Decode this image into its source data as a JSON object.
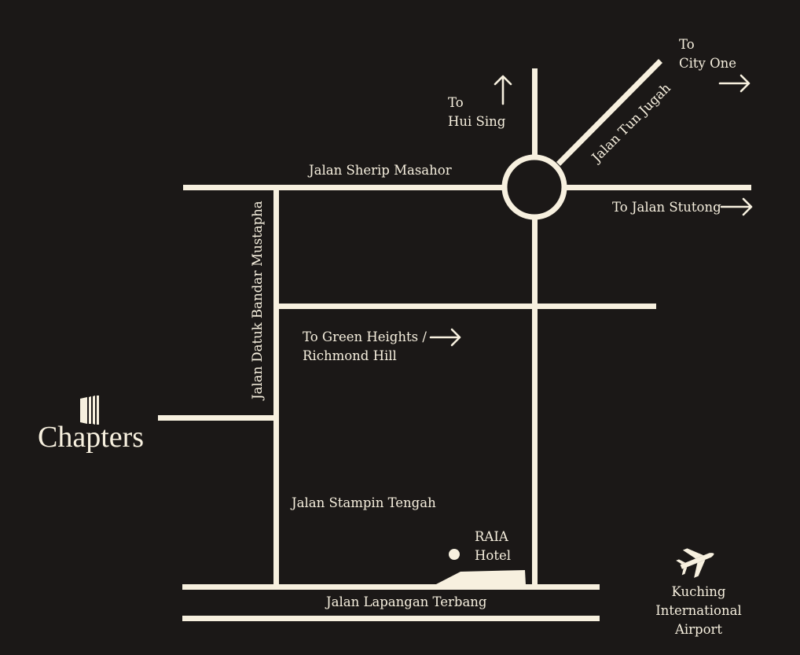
{
  "colors": {
    "background": "#1b1817",
    "foreground": "#f7f0df"
  },
  "brand": {
    "name": "Chapters",
    "icon": "book-icon"
  },
  "roads": {
    "sherip_masahor": "Jalan Sherip Masahor",
    "tun_jugah": "Jalan Tun Jugah",
    "datuk_bandar": "Jalan Datuk Bandar Mustapha",
    "stampin_tengah": "Jalan Stampin Tengah",
    "lapangan_terbang": "Jalan Lapangan Terbang"
  },
  "directions": {
    "hui_sing": {
      "line1": "To",
      "line2": "Hui Sing"
    },
    "city_one": {
      "line1": "To",
      "line2": "City One"
    },
    "stutong": "To Jalan Stutong",
    "green_heights": {
      "line1": "To Green Heights /",
      "line2": "Richmond Hill"
    }
  },
  "landmarks": {
    "hotel": {
      "line1": "RAIA",
      "line2": "Hotel"
    },
    "airport": {
      "line1": "Kuching",
      "line2": "International",
      "line3": "Airport",
      "icon": "airplane-icon"
    }
  }
}
